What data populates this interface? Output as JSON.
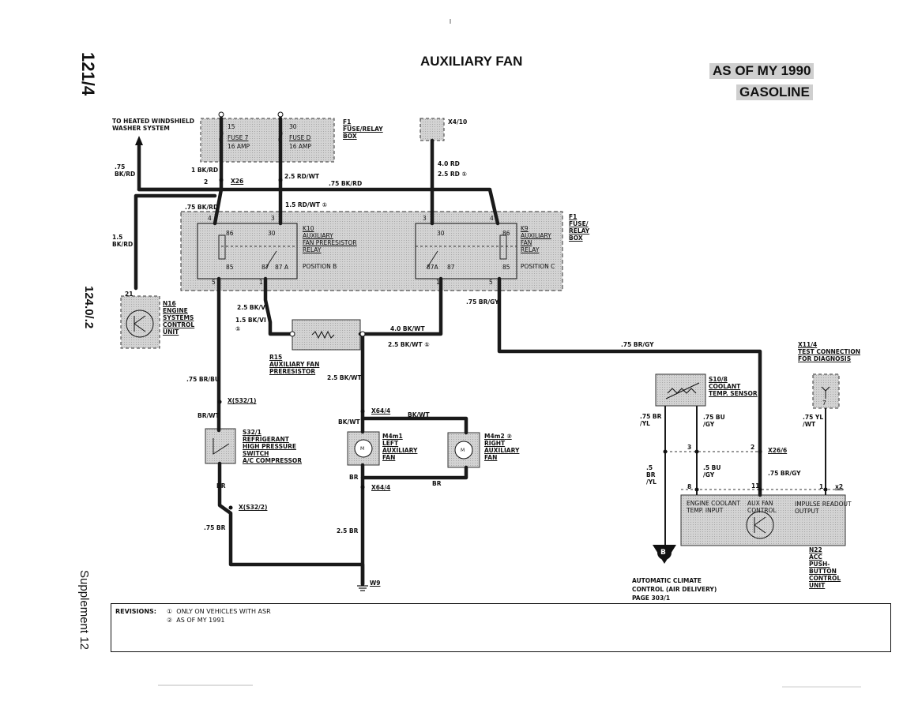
{
  "header": {
    "title": "AUXILIARY FAN",
    "page_id": "121/4",
    "tag_year": "AS OF MY 1990",
    "tag_fuel": "GASOLINE",
    "side_code": "124.0/.2",
    "supplement": "Supplement 12"
  },
  "left": {
    "heated": [
      "TO HEATED WINDSHIELD",
      "WASHER SYSTEM"
    ],
    "wire_75bkrd": [
      ".75",
      "BK/RD"
    ],
    "wire_15bkrd": [
      "1.5",
      "BK/RD"
    ]
  },
  "fusebox": {
    "id": "F1",
    "name": [
      "FUSE/RELAY",
      "BOX"
    ],
    "fuse7_pin": "15",
    "fuse7_name": "FUSE 7",
    "fuse7_amp": "16 AMP",
    "fused_pin": "30",
    "fused_name": "FUSE D",
    "fused_amp": "16 AMP"
  },
  "x4_10": "X4/10",
  "wires": {
    "w1": "1 BK/RD",
    "w2": "2.5 RD/WT",
    "w3": ".75 BK/RD",
    "w4": ".75 BK/RD",
    "w5": "1.5 RD/WT",
    "w6": "4.0 RD",
    "w7": "2.5 RD",
    "w8": "2.5 BK/VI",
    "w9": "1.5 BK/VI",
    "w10": "4.0 BK/WT",
    "w11": "2.5 BK/WT",
    "w12": ".75 BR/GY",
    "w13": ".75 BR/GY",
    "w14": ".75 BR/BU",
    "w15": "BR/WT",
    "w16": "2.5 BK/WT",
    "w17": "BK/WT",
    "w18": "BK/WT",
    "w19": "BR",
    "w20": "BR",
    "w21": "BR",
    "w22": ".75 BR",
    "w23": "2.5 BR"
  },
  "connectors": {
    "x26": "X26",
    "x26_pin": "2",
    "xs32_1": "X(S32/1)",
    "xs32_2": "X(S32/2)",
    "x64_4a": "X64/4",
    "x64_4b": "X64/4",
    "w9": "W9",
    "x26_6": "X26/6",
    "x2": "x2"
  },
  "relay_box": {
    "id": "F1",
    "name": [
      "FUSE/",
      "RELAY",
      "BOX"
    ],
    "k10_id": "K10",
    "k10_name": [
      "AUXILIARY",
      "FAN PRERESISTOR",
      "RELAY"
    ],
    "k10_pos": "POSITION B",
    "k10_pins": {
      "p4": "4",
      "p3": "3",
      "p86": "86",
      "p30": "30",
      "p85": "85",
      "p87": "87",
      "p87a": "87 A",
      "p5": "5",
      "p1": "1"
    },
    "k9_id": "K9",
    "k9_name": [
      "AUXILIARY",
      "FAN",
      "RELAY"
    ],
    "k9_pos": "POSITION C",
    "k9_pins": {
      "p3": "3",
      "p4": "4",
      "p30": "30",
      "p86": "86",
      "p87a": "87A",
      "p87": "87",
      "p85": "85",
      "p1": "1",
      "p5": "5"
    }
  },
  "n16": {
    "pin": "21",
    "id": "N16",
    "name": [
      "ENGINE",
      "SYSTEMS",
      "CONTROL",
      "UNIT"
    ]
  },
  "r15": {
    "id": "R15",
    "name": [
      "AUXILIARY FAN",
      "PRERESISTOR"
    ]
  },
  "s32_1": {
    "id": "S32/1",
    "name": [
      "REFRIGERANT",
      "HIGH PRESSURE",
      "SWITCH",
      "A/C COMPRESSOR"
    ]
  },
  "m4m1": {
    "id": "M4m1",
    "name": [
      "LEFT",
      "AUXILIARY",
      "FAN"
    ],
    "symbol": "M"
  },
  "m4m2": {
    "id": "M4m2",
    "name": [
      "RIGHT",
      "AUXILIARY",
      "FAN"
    ],
    "symbol": "M"
  },
  "s10_8": {
    "id": "S10/8",
    "name": [
      "COOLANT",
      "TEMP. SENSOR"
    ],
    "w_a": [
      ".75 BR",
      "/YL"
    ],
    "w_b": [
      ".75 BU",
      "/GY"
    ],
    "w_c": [
      ".5",
      "BR",
      "/YL"
    ],
    "w_d": [
      ".5 BU",
      "/GY"
    ],
    "w_e": ".75 BR/GY",
    "pin3": "3",
    "pin2": "2"
  },
  "x11_4": {
    "id": "X11/4",
    "name": [
      "TEST CONNECTION",
      "FOR DIAGNOSIS"
    ],
    "pin": "7",
    "wire": [
      ".75 YL",
      "/WT"
    ]
  },
  "n22": {
    "id": "N22",
    "name": [
      "ACC",
      "PUSH-",
      "BUTTON",
      "CONTROL",
      "UNIT"
    ],
    "pins": {
      "p8": "8",
      "p11": "11",
      "p1": "1"
    },
    "in1": [
      "ENGINE COOLANT",
      "TEMP. INPUT"
    ],
    "in2": [
      "AUX FAN",
      "CONTROL"
    ],
    "in3": [
      "IMPULSE READOUT",
      "OUTPUT"
    ]
  },
  "acc": {
    "symbol": "B",
    "text": [
      "AUTOMATIC CLIMATE",
      "CONTROL (AIR DELIVERY)",
      "PAGE 303/1"
    ]
  },
  "revisions": {
    "label": "REVISIONS:",
    "items": [
      {
        "num": "①",
        "text": "ONLY ON VEHICLES WITH  ASR"
      },
      {
        "num": "②",
        "text": "AS OF MY 1991"
      }
    ]
  },
  "markers": {
    "one": "①",
    "two": "②"
  }
}
